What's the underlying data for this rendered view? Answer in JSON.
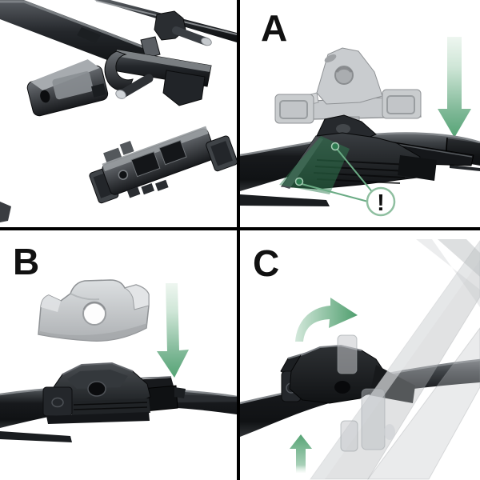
{
  "figure": {
    "title": "Wiper blade adapter installation diagram",
    "background_color": "#ffffff",
    "divider_color": "#000000",
    "grid": "2x2"
  },
  "panels": [
    {
      "id": "parts",
      "position": "top-left",
      "label": "",
      "description": "exploded view of wiper arm end, pin and adapters",
      "icons": []
    },
    {
      "id": "step-a",
      "position": "top-right",
      "label": "A",
      "description": "lower grey adapter onto blade connector",
      "icons": [
        "down-arrow-icon",
        "warning-icon"
      ],
      "warning_symbol": "!"
    },
    {
      "id": "step-b",
      "position": "bottom-left",
      "label": "B",
      "description": "press cap down onto blade connector",
      "icons": [
        "down-arrow-icon"
      ]
    },
    {
      "id": "step-c",
      "position": "bottom-right",
      "label": "C",
      "description": "rotate blade onto wiper arm until it locks",
      "icons": [
        "rotate-clockwise-arrow-icon",
        "up-arrow-icon"
      ]
    }
  ],
  "icons": {
    "down-arrow-icon": "↓",
    "up-arrow-icon": "↑",
    "rotate-clockwise-arrow-icon": "⟳",
    "warning-icon": "!"
  },
  "colors": {
    "arrow_green": "#55a475",
    "arrow_green_light": "#d8ece0",
    "warning_ring_green": "#8fbfa0",
    "highlight_overlay_green": "#2f7d52",
    "callout_line_green": "#6aab84",
    "callout_dot_green": "#2e7a50",
    "part_gray": "#c6c9cc",
    "blade_black": "#17191c",
    "label_color": "#111111"
  }
}
